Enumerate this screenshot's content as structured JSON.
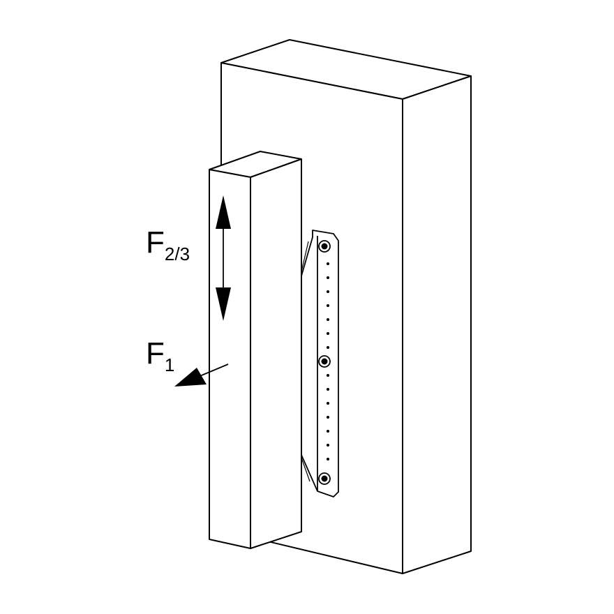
{
  "labels": {
    "force_vertical": {
      "main": "F",
      "sub": "2/3"
    },
    "force_horizontal": {
      "main": "F",
      "sub": "1"
    }
  },
  "colors": {
    "stroke": "#000000",
    "fill": "#ffffff",
    "arrow": "#000000",
    "background": "#ffffff"
  }
}
